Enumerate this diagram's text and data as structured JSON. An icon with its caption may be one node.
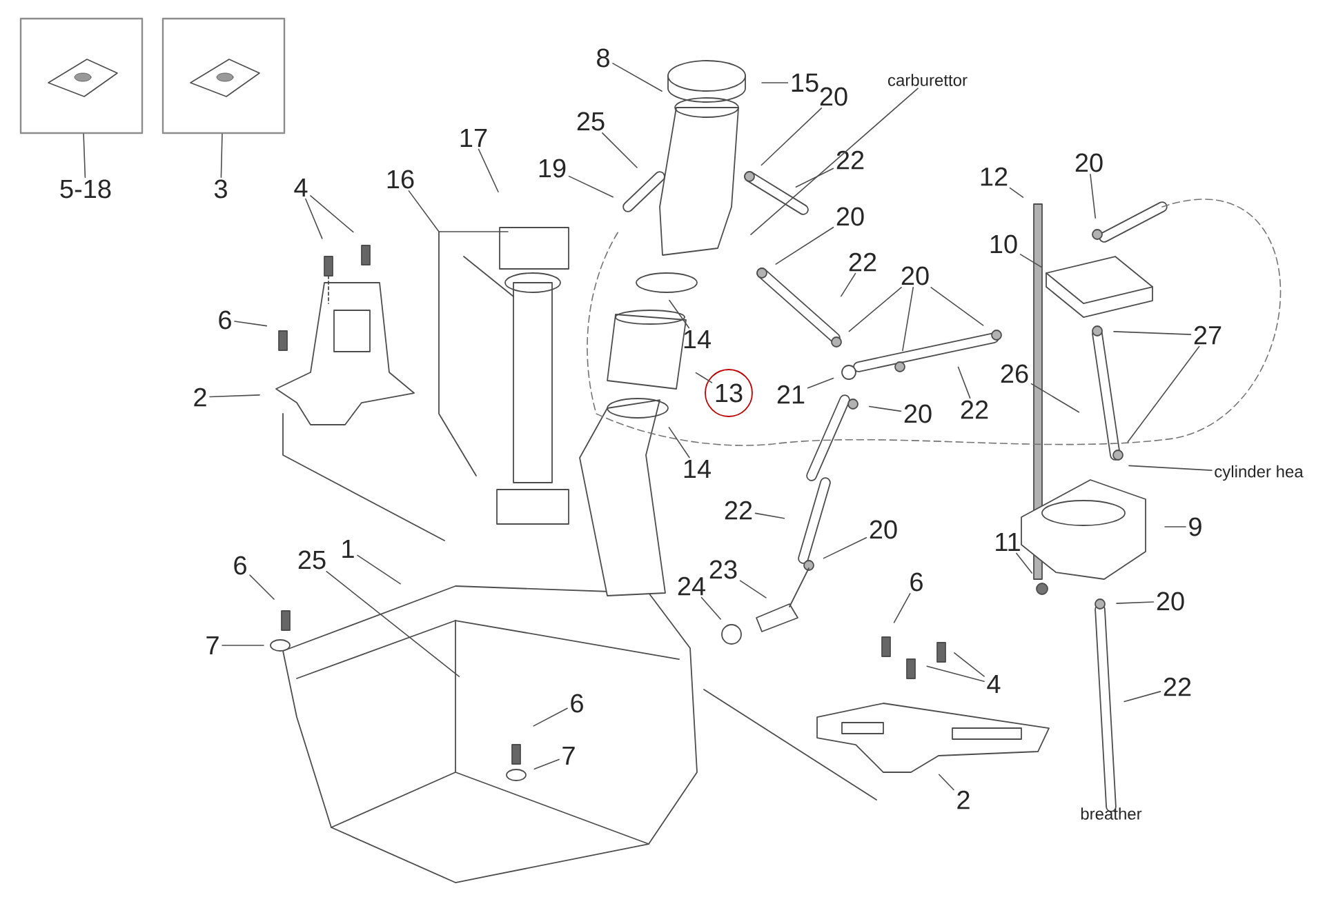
{
  "diagram": {
    "nodes": [
      {
        "text": [],
        "shape": "box"
      },
      {
        "text": [],
        "shape": "box"
      },
      {
        "text": [
          "5-18"
        ]
      },
      {
        "text": [
          "3"
        ]
      },
      {
        "text": [
          "4"
        ]
      },
      {
        "text": [
          "6"
        ]
      },
      {
        "text": [
          "2"
        ]
      },
      {
        "text": [
          "16"
        ]
      },
      {
        "text": [
          "17"
        ]
      },
      {
        "text": [
          "19"
        ]
      },
      {
        "text": [
          "25"
        ]
      },
      {
        "text": [
          "8"
        ]
      },
      {
        "text": [
          "15"
        ]
      },
      {
        "text": [
          "20"
        ]
      },
      {
        "text": [
          "carburettor"
        ]
      },
      {
        "text": [
          "22"
        ]
      },
      {
        "text": [
          "20"
        ]
      },
      {
        "text": [
          "22"
        ]
      },
      {
        "text": [
          "20"
        ]
      },
      {
        "text": [
          "14"
        ]
      },
      {
        "text": [
          "13"
        ]
      },
      {
        "text": [
          "21"
        ]
      },
      {
        "text": [
          "22"
        ]
      },
      {
        "text": [
          "20"
        ]
      },
      {
        "text": [
          "14"
        ]
      },
      {
        "text": [
          "12"
        ]
      },
      {
        "text": [
          "20"
        ]
      },
      {
        "text": [
          "10"
        ]
      },
      {
        "text": [
          "27"
        ]
      },
      {
        "text": [
          "26"
        ]
      },
      {
        "text": [
          "cylinder hea"
        ]
      },
      {
        "text": [
          "9"
        ]
      },
      {
        "text": [
          "11"
        ]
      },
      {
        "text": [
          "20"
        ]
      },
      {
        "text": [
          "22"
        ]
      },
      {
        "text": [
          "22"
        ]
      },
      {
        "text": [
          "20"
        ]
      },
      {
        "text": [
          "23"
        ]
      },
      {
        "text": [
          "24"
        ]
      },
      {
        "text": [
          "6"
        ]
      },
      {
        "text": [
          "4"
        ]
      },
      {
        "text": [
          "2"
        ]
      },
      {
        "text": [
          "1"
        ]
      },
      {
        "text": [
          "25"
        ]
      },
      {
        "text": [
          "6"
        ]
      },
      {
        "text": [
          "7"
        ]
      },
      {
        "text": [
          "6"
        ]
      },
      {
        "text": [
          "7"
        ]
      }
    ],
    "edges": [
      {
        "from": 2,
        "to": 0,
        "arrow": "none"
      },
      {
        "from": 3,
        "to": 1,
        "arrow": "none"
      },
      {
        "from": 4,
        "to": null,
        "arrow": "none"
      },
      {
        "from": 4,
        "to": null,
        "arrow": "none"
      },
      {
        "from": 5,
        "to": null,
        "arrow": "none"
      },
      {
        "from": 6,
        "to": null,
        "arrow": "none"
      },
      {
        "from": 7,
        "to": null,
        "arrow": "none"
      },
      {
        "from": 8,
        "to": null,
        "arrow": "none"
      },
      {
        "from": 9,
        "to": null,
        "arrow": "none"
      },
      {
        "from": 10,
        "to": null,
        "arrow": "none"
      },
      {
        "from": 11,
        "to": null,
        "arrow": "none"
      },
      {
        "from": 12,
        "to": null,
        "arrow": "none"
      },
      {
        "from": 13,
        "to": null,
        "arrow": "none"
      },
      {
        "from": 14,
        "to": null,
        "arrow": "none"
      },
      {
        "from": 15,
        "to": null,
        "arrow": "none"
      },
      {
        "from": 16,
        "to": null,
        "arrow": "none"
      },
      {
        "from": 17,
        "to": null,
        "arrow": "none"
      },
      {
        "from": 18,
        "to": null,
        "arrow": "none"
      },
      {
        "from": 18,
        "to": null,
        "arrow": "none"
      },
      {
        "from": 18,
        "to": null,
        "arrow": "none"
      },
      {
        "from": 19,
        "to": null,
        "arrow": "none"
      },
      {
        "from": 20,
        "to": null,
        "arrow": "none"
      },
      {
        "from": 21,
        "to": null,
        "arrow": "none"
      },
      {
        "from": 22,
        "to": null,
        "arrow": "none"
      },
      {
        "from": 23,
        "to": null,
        "arrow": "none"
      },
      {
        "from": 24,
        "to": null,
        "arrow": "none"
      },
      {
        "from": 25,
        "to": null,
        "arrow": "none"
      },
      {
        "from": 26,
        "to": null,
        "arrow": "none"
      },
      {
        "from": 27,
        "to": null,
        "arrow": "none"
      },
      {
        "from": 28,
        "to": null,
        "arrow": "none"
      },
      {
        "from": 28,
        "to": null,
        "arrow": "none"
      },
      {
        "from": 29,
        "to": null,
        "arrow": "none"
      },
      {
        "from": 30,
        "to": null,
        "arrow": "none"
      },
      {
        "from": 31,
        "to": null,
        "arrow": "none"
      },
      {
        "from": 32,
        "to": null,
        "arrow": "none"
      },
      {
        "from": 33,
        "to": null,
        "arrow": "none"
      },
      {
        "from": 34,
        "to": null,
        "arrow": "none"
      },
      {
        "from": 35,
        "to": null,
        "arrow": "none"
      },
      {
        "from": 36,
        "to": null,
        "arrow": "none"
      },
      {
        "from": 37,
        "to": null,
        "arrow": "none"
      },
      {
        "from": 38,
        "to": null,
        "arrow": "none"
      },
      {
        "from": 39,
        "to": null,
        "arrow": "none"
      },
      {
        "from": 40,
        "to": null,
        "arrow": "none"
      },
      {
        "from": 40,
        "to": null,
        "arrow": "none"
      },
      {
        "from": 41,
        "to": null,
        "arrow": "none"
      },
      {
        "from": 42,
        "to": null,
        "arrow": "none"
      },
      {
        "from": 43,
        "to": null,
        "arrow": "none"
      },
      {
        "from": 44,
        "to": null,
        "arrow": "none"
      },
      {
        "from": 45,
        "to": null,
        "arrow": "none"
      },
      {
        "from": 46,
        "to": null,
        "arrow": "none"
      },
      {
        "from": 47,
        "to": null,
        "arrow": "none"
      }
    ],
    "labels": [
      "breather"
    ]
  }
}
